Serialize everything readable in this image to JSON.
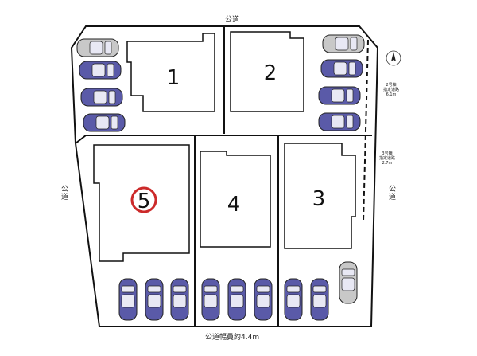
{
  "roads": {
    "top": "公道",
    "left": "公道",
    "right": "公道",
    "bottom": "公道幅員約4.4m"
  },
  "lots": [
    {
      "number": "1"
    },
    {
      "number": "2"
    },
    {
      "number": "3"
    },
    {
      "number": "4"
    },
    {
      "number": "5",
      "highlighted": true
    }
  ],
  "notes": {
    "upper": [
      "2号棟",
      "指定道路",
      "6.1m"
    ],
    "lower": [
      "3号棟",
      "指定道路",
      "2.7m"
    ]
  },
  "colors": {
    "car_fill": "#5a5aa8",
    "car_fill_grey": "#c8c8c8",
    "highlight_ring": "#cc2a2a",
    "outline": "#111111"
  },
  "icons": [
    "north-arrow-icon",
    "car-icon"
  ]
}
